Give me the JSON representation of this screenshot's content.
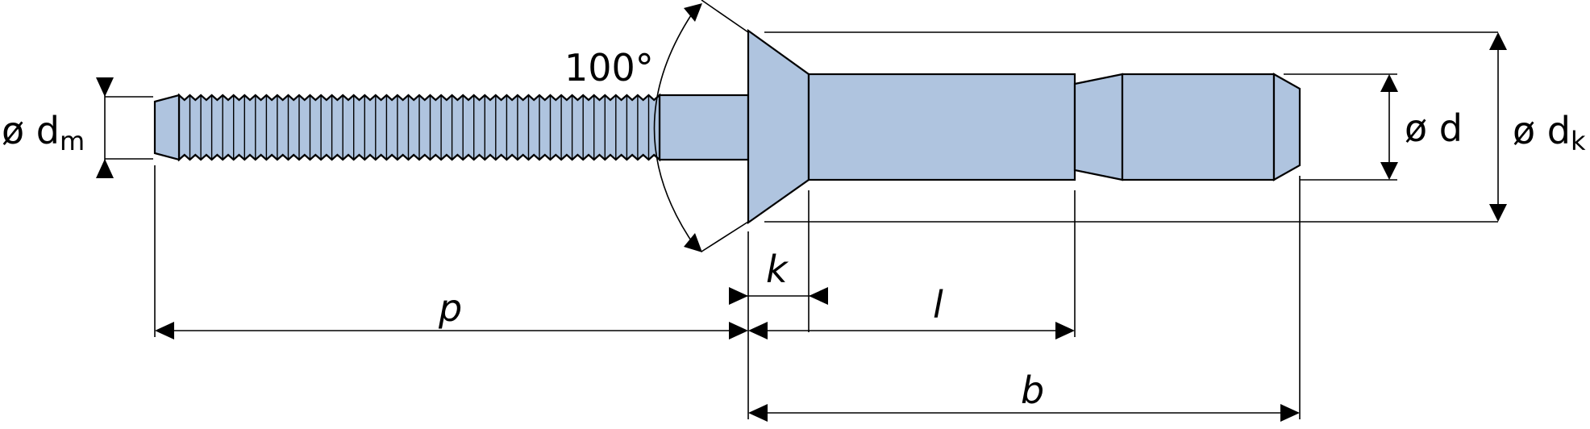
{
  "diagram": {
    "part_color": "#afc4df",
    "line_color": "#000000",
    "labels": {
      "angle": "100°",
      "mandrel_diameter_prefix": "ø d",
      "mandrel_diameter_sub": "m",
      "rivet_diameter": "ø d",
      "head_diameter_prefix": "ø d",
      "head_diameter_sub": "k",
      "p": "p",
      "k": "k",
      "l": "l",
      "b": "b"
    }
  }
}
